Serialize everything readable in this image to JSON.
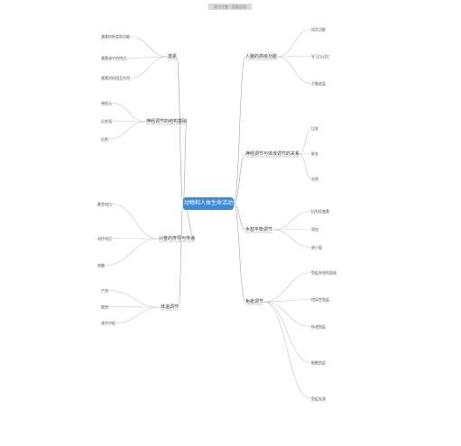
{
  "header": {
    "title": "高中生物 · 思维导图"
  },
  "root": {
    "label": "动物和人体生命活动的调节"
  },
  "left_branches": [
    {
      "label": "激素",
      "children": [
        "激素的种类和功能",
        "激素调节的特点",
        "激素间的相互作用"
      ]
    },
    {
      "label": "神经调节的结构基础",
      "children": [
        "神经元",
        "反射弧",
        "反射"
      ]
    },
    {
      "label": "兴奋的传导与传递",
      "children": [
        "静息电位",
        "动作电位",
        "突触"
      ]
    },
    {
      "label": "体温调节",
      "children": [
        "产热",
        "散热",
        "调节中枢"
      ]
    }
  ],
  "right_branches": [
    {
      "label": "人脑的高级功能",
      "children": [
        "语言功能",
        "学习与记忆",
        "大脑皮层"
      ]
    },
    {
      "label": "神经调节与体液调节的关系",
      "children": [
        "比较",
        "联系",
        "实例"
      ]
    },
    {
      "label": "水盐平衡调节",
      "children": [
        "抗利尿激素",
        "渴觉",
        "肾小管"
      ]
    },
    {
      "label": "免疫调节",
      "children": [
        "免疫系统的组成",
        "特异性免疫",
        "体液免疫",
        "细胞免疫",
        "免疫失调"
      ]
    }
  ]
}
